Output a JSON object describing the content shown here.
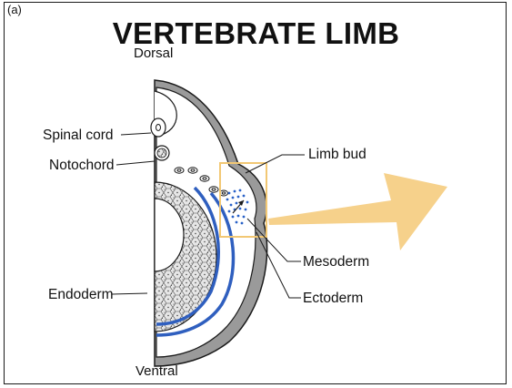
{
  "figure": {
    "panel_label": "(a)",
    "title": "VERTEBRATE LIMB",
    "orientation": {
      "top": "Dorsal",
      "bottom": "Ventral"
    },
    "labels": {
      "spinal_cord": "Spinal cord",
      "notochord": "Notochord",
      "endoderm": "Endoderm",
      "limb_bud": "Limb bud",
      "mesoderm": "Mesoderm",
      "ectoderm": "Ectoderm"
    }
  },
  "colors": {
    "outline": "#1a1a1a",
    "body_fill": "#9a9a9a",
    "endoderm_band": "#2f5fbf",
    "mesoderm_dots": "#2a62c8",
    "highlight_box": "#f2c874",
    "arrow": "#f6cf85"
  }
}
